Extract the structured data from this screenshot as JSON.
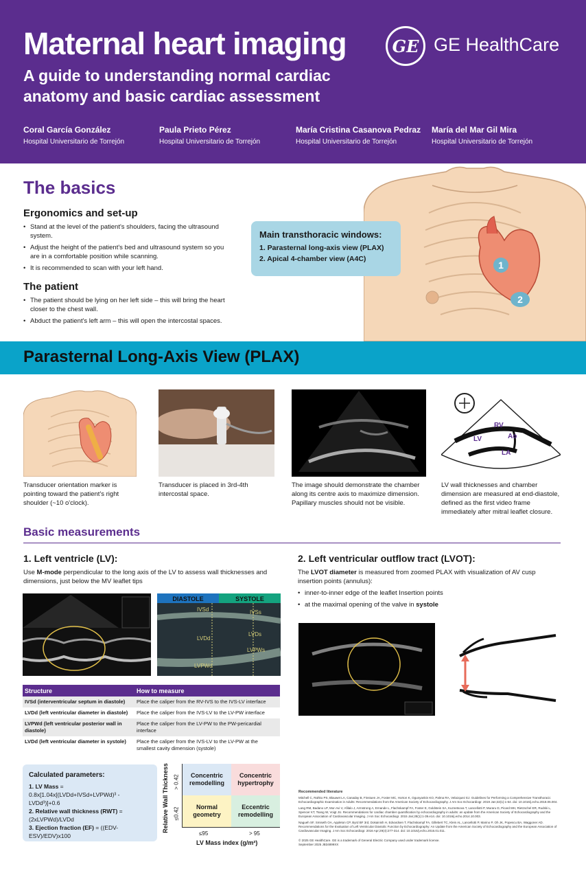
{
  "header": {
    "title": "Maternal heart imaging",
    "subtitle": "A guide to understanding normal cardiac anatomy and basic cardiac assessment",
    "brand": "GE HealthCare",
    "logo_text": "GE",
    "authors": [
      {
        "name": "Coral García González",
        "affiliation": "Hospital Universitario de Torrejón"
      },
      {
        "name": "Paula Prieto Pérez",
        "affiliation": "Hospital Universitario de Torrejón"
      },
      {
        "name": "María Cristina Casanova Pedraz",
        "affiliation": "Hospital Universitario de Torrejón"
      },
      {
        "name": "María del Mar Gil Mira",
        "affiliation": "Hospital Universitario de Torrejón"
      }
    ]
  },
  "basics": {
    "title": "The basics",
    "ergonomics_heading": "Ergonomics and set-up",
    "ergonomics": [
      "Stand at the level of the patient's shoulders, facing the ultrasound system.",
      "Adjust the height of the patient's bed and ultrasound system so you are in a comfortable position while scanning.",
      "It is recommended to scan with your left hand."
    ],
    "patient_heading": "The patient",
    "patient": [
      "The patient should be lying on her left side – this will bring the heart closer to the chest wall.",
      "Abduct the patient's left arm – this will open the intercostal spaces."
    ],
    "windows_title": "Main transthoracic windows:",
    "windows": [
      "1. Parasternal long-axis view (PLAX)",
      "2. Apical 4-chamber view (A4C)"
    ],
    "markers": [
      "1",
      "2"
    ]
  },
  "plax": {
    "title": "Parasternal Long-Axis View (PLAX)",
    "captions": [
      "Transducer orientation marker is pointing toward the patient's right shoulder (~10 o'clock).",
      "Transducer is placed in 3rd-4th intercostal space.",
      "The image should demonstrate the chamber along its centre axis to maximize dimension. Papillary muscles should not be visible.",
      "LV wall thicknesses and chamber dimension are measured at end-diastole, defined as the first video frame immediately after mitral leaflet closure."
    ],
    "diagram_labels": [
      "RV",
      "LV",
      "Ao",
      "LA"
    ]
  },
  "measurements": {
    "title": "Basic measurements",
    "lv_heading": "1. Left ventricle (LV):",
    "lv_text_pre": "Use ",
    "lv_text_bold": "M-mode",
    "lv_text_post": " perpendicular to the long axis of the LV to assess wall thicknesses and dimensions, just below the MV leaflet tips",
    "diastole": "DIASTOLE",
    "systole": "SYSTOLE",
    "mmode_labels": [
      "IVSd",
      "LVDd",
      "LVPWd",
      "IVSs",
      "LVDs",
      "LVPWs"
    ],
    "lvot_heading": "2. Left ventricular outflow tract (LVOT):",
    "lvot_text_pre": "The ",
    "lvot_text_bold": "LVOT diameter",
    "lvot_text_post": " is measured from zoomed PLAX with  visualization of AV cusp insertion points (annulus):",
    "lvot_bullets": [
      "inner-to-inner edge of the leaflet Insertion points",
      "at the maximal opening of the valve in "
    ],
    "lvot_bullet_bold": "systole",
    "table": {
      "headers": [
        "Structure",
        "How to measure"
      ],
      "rows": [
        [
          "IVSd (interventricular septum in diastole)",
          "Place the caliper from the RV-IVS to the IVS-LV interface"
        ],
        [
          "LVDd (left ventricular diameter in diastole)",
          "Place the caliper from the IVS-LV to the LV-PW interface"
        ],
        [
          "LVPWd (left ventricular posterior wall in diastole)",
          "Place the caliper from the LV-PW to the PW-pericardial interface"
        ],
        [
          "LVDd (left ventricular diameter in systole)",
          "Place the caliper from the IVS-LV to the LV-PW at the smallest cavity dimension (systole)"
        ]
      ]
    },
    "calc": {
      "title": "Calculated parameters:",
      "lines": [
        {
          "label": "1. LV Mass",
          "value": " = 0.8x[1.04x[(LVDd+IVSd+LVPWd)³ - LVDd³)]+0.6"
        },
        {
          "label": "2. Relative wall thickness (RWT)",
          "value": " = (2xLVPWd)/LVDd"
        },
        {
          "label": "3. Ejection fraction (EF)",
          "value": " = ((EDV-ESV)/EDV)x100"
        }
      ]
    },
    "geometry": {
      "y_label": "Relative Wall Thickness",
      "y_ticks": [
        "> 0.42",
        "≤0.42"
      ],
      "x_ticks": [
        "≤95",
        "> 95"
      ],
      "x_label": "LV Mass index (g/m²)",
      "cells": [
        "Concentric remodelling",
        "Concentric hypertrophy",
        "Normal geometry",
        "Eccentric remodelling"
      ],
      "colors": [
        "#dbe8f5",
        "#f9dcdc",
        "#fdf3c4",
        "#d8efe0"
      ]
    }
  },
  "references": {
    "title": "Recommended literature",
    "items": [
      "Mitchell C, Rahko PS, Blauwet LA, Canaday B, Finstuen JA, Foster MC, Horton K, Ogunyankin KO, Palma RA, Velazquez EJ. Guidelines for Performing a Comprehensive Transthoracic Echocardiographic Examination in Adults: Recommendations from the American Society of Echocardiography. J Am Soc Echocardiogr. 2019 Jan;32(1):1-64. doi: 10.1016/j.echo.2018.06.004.",
      "Lang RM, Badano LP, Mor-Avi V, Afilalo J, Armstrong A, Ernande L, Flachskampf FA, Foster E, Goldstein SA, Kuznetsova T, Lancellotti P, Muraru D, Picard MH, Rietzschel ER, Rudski L, Spencer KT, Tsang W, Voigt JU. Recommendations for cardiac chamber quantification by echocardiography in adults: an update from the American Society of Echocardiography and the European Association of Cardiovascular Imaging. J Am Soc Echocardiogr. 2015 Jan;28(1):1-39.e14. doi: 10.1016/j.echo.2014.10.003.",
      "Nagueh SF, Smiseth OA, Appleton CP, Byrd BF 3rd, Dokainish H, Edvardsen T, Flachskampf FA, Gillebert TC, Klein AL, Lancellotti P, Marino P, Oh JK, Popescu BA, Waggoner AD. Recommendations for the Evaluation of Left Ventricular Diastolic Function by Echocardiography: An Update from the American Society of Echocardiography and the European Association of Cardiovascular Imaging. J Am Soc Echocardiogr. 2016 Apr;29(4):277-314. doi: 10.1016/j.echo.2016.01.011."
    ],
    "trademark": "© 2025 GE HealthCare. GE is a trademark of General Electric Company used under trademark license.",
    "date": "September 2025  JB34899XX"
  }
}
